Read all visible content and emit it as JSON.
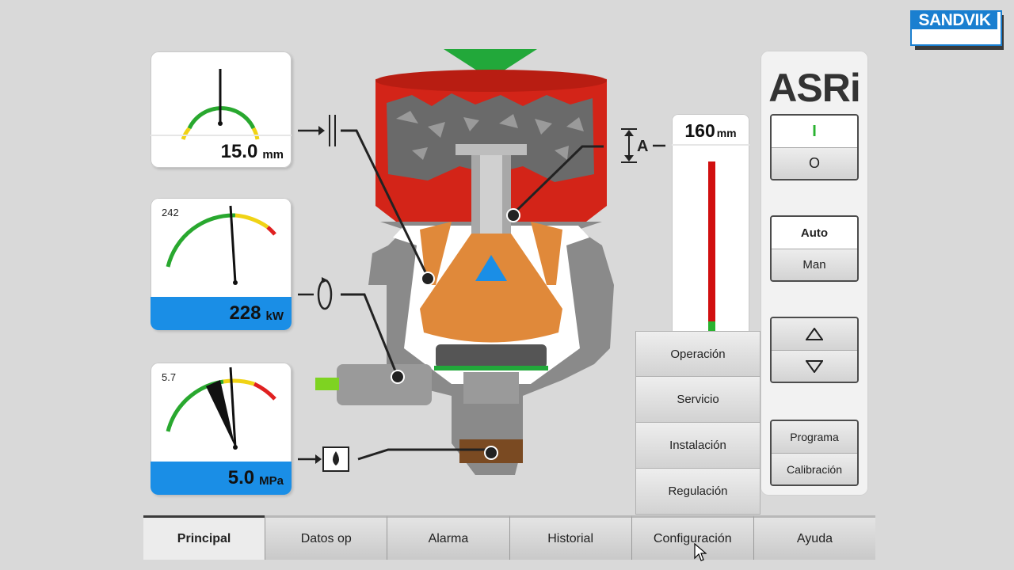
{
  "brand": {
    "logo_text": "SANDVIK"
  },
  "gauges": {
    "css": {
      "value": "15.0",
      "unit": "mm",
      "fraction": 0.5
    },
    "power": {
      "max_label": "242",
      "value": "228",
      "unit": "kW",
      "fraction": 0.56
    },
    "pressure": {
      "max_label": "5.7",
      "value": "5.0",
      "unit": "MPa",
      "fraction": 0.44
    }
  },
  "setpoint": {
    "value": "160",
    "unit": "mm",
    "label": "A"
  },
  "side_panel": {
    "title": "ASRi",
    "on_label": "I",
    "off_label": "O",
    "auto_label": "Auto",
    "man_label": "Man",
    "up_icon": "triangle-up-icon",
    "down_icon": "triangle-down-icon",
    "program_label": "Programa",
    "calibration_label": "Calibración"
  },
  "config_menu": [
    "Operación",
    "Servicio",
    "Instalación",
    "Regulación"
  ],
  "tabs": [
    "Principal",
    "Datos op",
    "Alarma",
    "Historial",
    "Configuración",
    "Ayuda"
  ],
  "active_tab": "Principal",
  "colors": {
    "accent_blue": "#1a8ee6",
    "mantle_orange": "#e0893a",
    "bowl_red": "#d32418",
    "feed_green": "#22a83a"
  }
}
